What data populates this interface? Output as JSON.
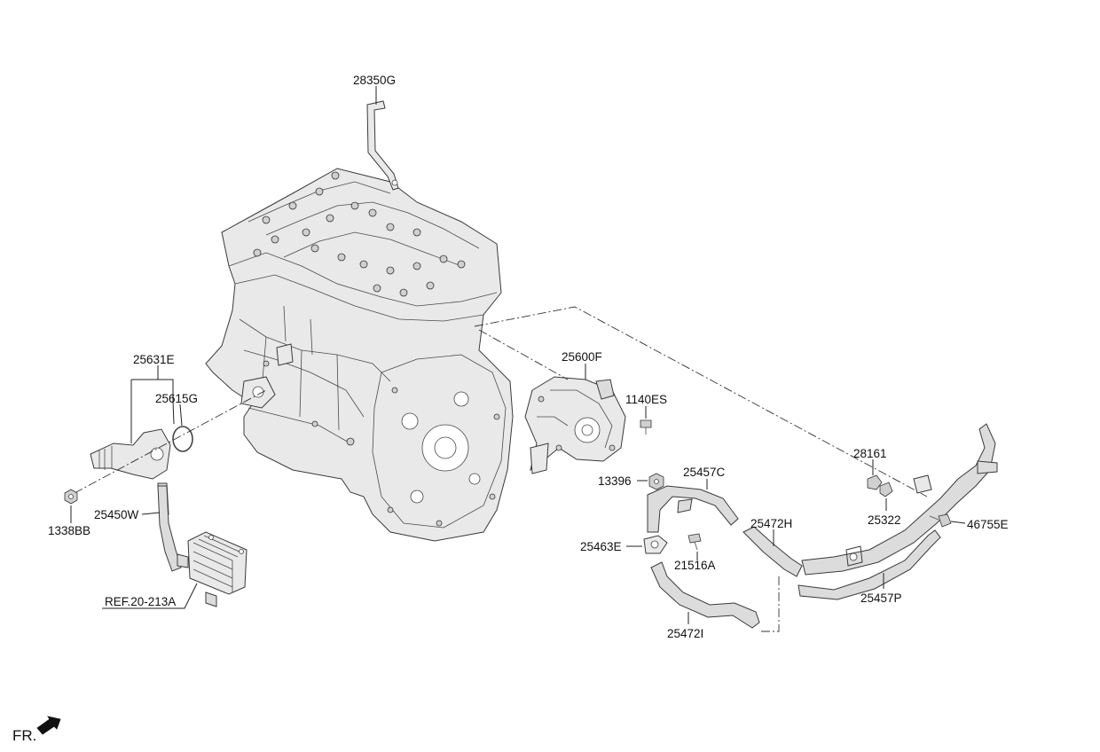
{
  "diagram": {
    "labels": {
      "p28350G": "28350G",
      "p25631E": "25631E",
      "p25615G": "25615G",
      "p1338BB": "1338BB",
      "p25450W": "25450W",
      "ref": "REF.20-213A",
      "p25600F": "25600F",
      "p1140ES": "1140ES",
      "p13396": "13396",
      "p25457C": "25457C",
      "p25463E": "25463E",
      "p21516A": "21516A",
      "p25472H": "25472H",
      "p25472I": "25472I",
      "p28161": "28161",
      "p25322": "25322",
      "p46755E": "46755E",
      "p25457P": "25457P"
    },
    "orientation": {
      "label": "FR.",
      "icon": "front-direction-arrow-icon"
    }
  }
}
